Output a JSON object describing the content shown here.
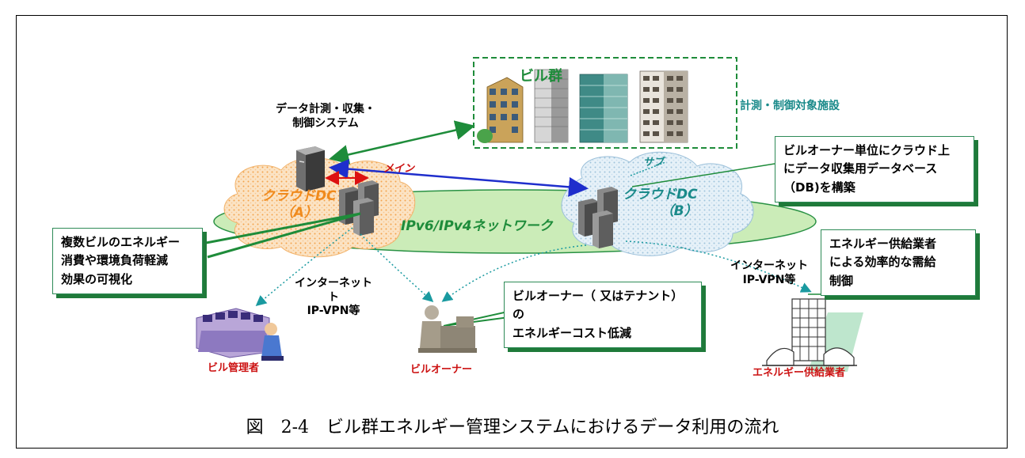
{
  "building_group": {
    "title": "ビル群",
    "facility_label": "計測・制御対象施設"
  },
  "system_label": [
    "データ計測・収集・",
    "制御システム"
  ],
  "link_labels": {
    "main": "メイン",
    "sub": "サブ"
  },
  "clouds": {
    "a": [
      "クラウドDC",
      "（A）"
    ],
    "b": [
      "クラウドDC",
      "（B）"
    ]
  },
  "network_label": "IPv6/IPv4ネットワーク",
  "internet_left": [
    "インターネット",
    "ト",
    "IP-VPN等"
  ],
  "internet_right": [
    "インターネット",
    "IP-VPN等"
  ],
  "callouts": {
    "db": [
      "ビルオーナー単位にクラウド上",
      "にデータ収集用データベース",
      "（DB)を構築"
    ],
    "visual": [
      "複数ビルのエネルギー",
      "消費や環境負荷軽減",
      "効果の可視化"
    ],
    "owner": [
      "ビルオーナー（ 又はテナント）の",
      "エネルギーコスト低減"
    ],
    "supplier": [
      "エネルギー供給業者",
      "による効率的な需給",
      "制御"
    ]
  },
  "actors": {
    "manager": "ビル管理者",
    "owner": "ビルオーナー",
    "supplier": "エネルギー供給業者"
  },
  "caption": "図　2-4　ビル群エネルギー管理システムにおけるデータ利用の流れ",
  "colors": {
    "green_dark": "#1e8c3a",
    "teal": "#1a8a8a",
    "orange": "#f08a1c",
    "red": "#cc1111",
    "blue": "#1f2ecc",
    "network_fill": "#c9ecb5"
  }
}
